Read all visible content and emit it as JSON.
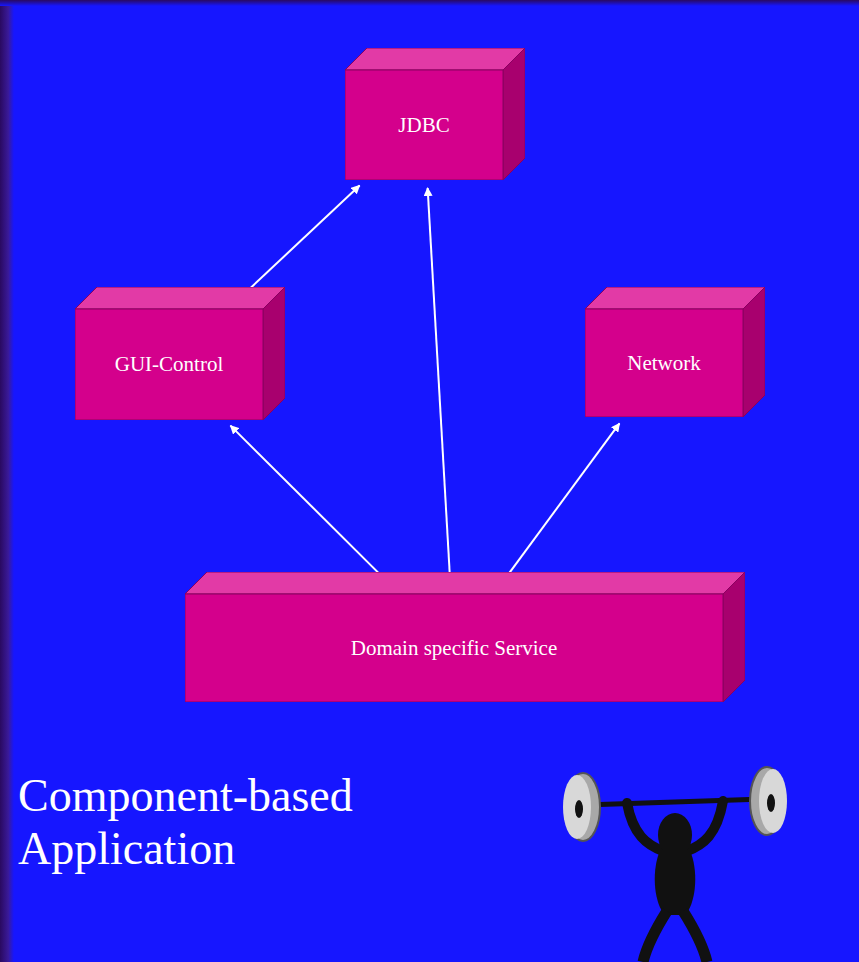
{
  "diagram": {
    "nodes": [
      {
        "text": [
          "JDBC"
        ]
      },
      {
        "text": [
          "GUI-Control"
        ]
      },
      {
        "text": [
          "Network"
        ]
      },
      {
        "text": [
          "Domain specific Service"
        ]
      }
    ],
    "edges": [
      {
        "from": 0,
        "to": 1,
        "arrow": "both"
      },
      {
        "from": 0,
        "to": 3,
        "arrow": "both"
      },
      {
        "from": 1,
        "to": 3,
        "arrow": "both"
      },
      {
        "from": 2,
        "to": 3,
        "arrow": "both"
      }
    ],
    "labels": [
      "Component-based Application"
    ]
  }
}
